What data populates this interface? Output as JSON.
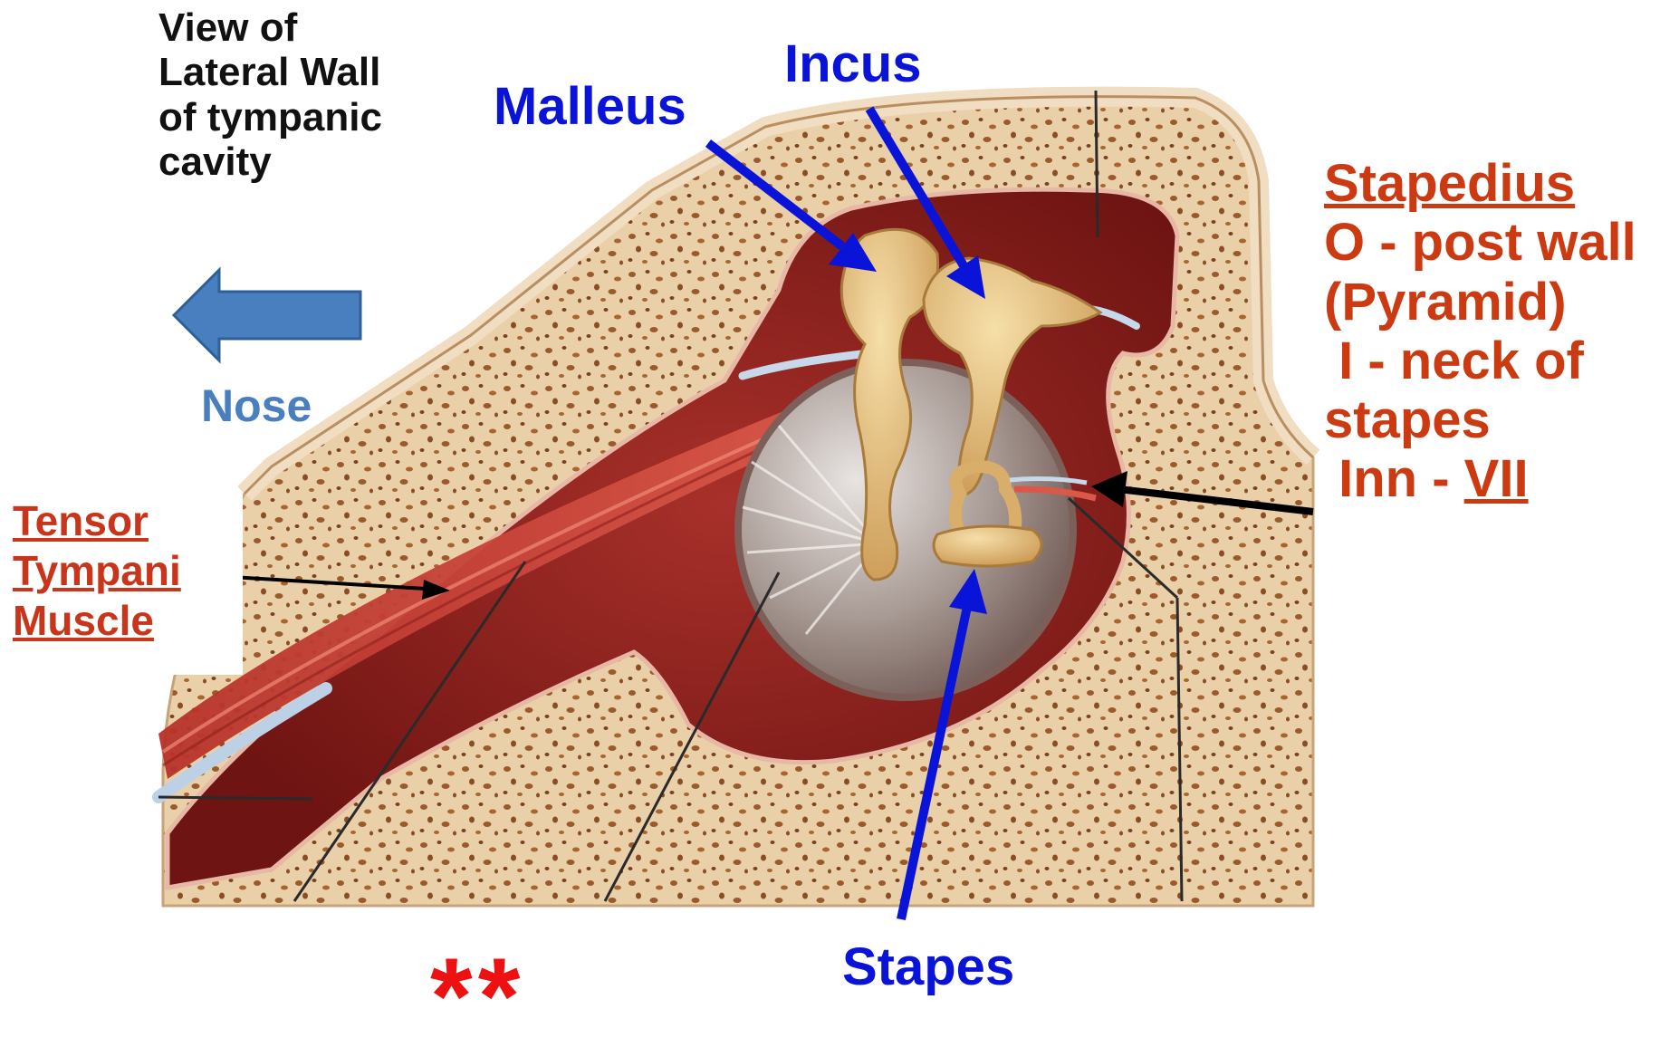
{
  "labels": {
    "view": [
      "View of",
      "Lateral Wall",
      "of tympanic",
      "cavity"
    ],
    "nose": "Nose",
    "malleus": "Malleus",
    "incus": "Incus",
    "stapes": "Stapes",
    "tensor": [
      "Tensor",
      "Tympani",
      "Muscle"
    ],
    "stapedius": {
      "title": "Stapedius",
      "origin": "O - post wall",
      "origin_detail": "(Pyramid)",
      "insertion": " I - neck of",
      "insertion_detail": "stapes",
      "innervation_prefix": " Inn - ",
      "innervation_nerve": "VII"
    },
    "stars": "**"
  },
  "colors": {
    "label_blue": "#0a14d8",
    "nose_arrow": "#4a7fbf",
    "label_red": "#cc3a12",
    "stars_red": "#ee1111",
    "bone": "#e8c9a3",
    "bone_pores": "#8a4e26",
    "cavity": "#8e1f1c",
    "ossicle": "#e3bd7a",
    "membrane": "#a99c96",
    "muscle": "#c23a2a"
  },
  "icons": [
    "left-arrow-icon"
  ]
}
